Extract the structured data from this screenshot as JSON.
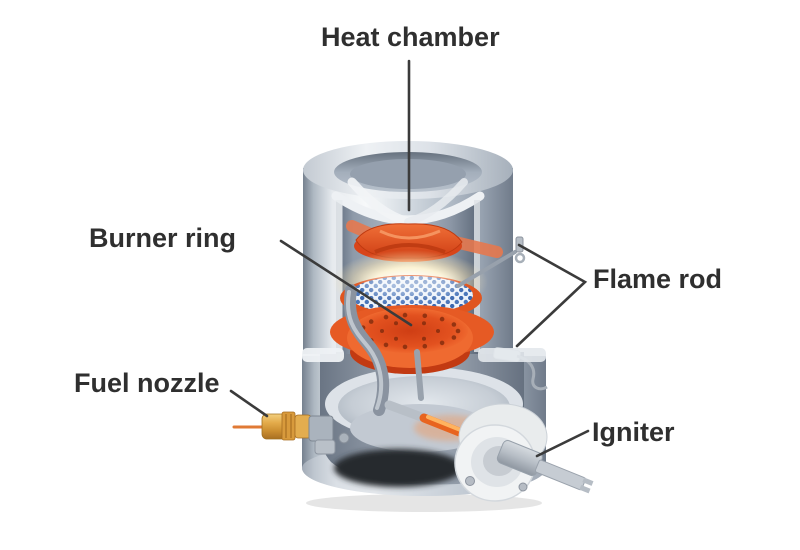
{
  "page": {
    "background": "#ffffff"
  },
  "diagram": {
    "subject": "Cutaway illustration of a gas heater burner unit",
    "labels": {
      "heat_chamber": "Heat chamber",
      "burner_ring": "Burner ring",
      "fuel_nozzle": "Fuel nozzle",
      "flame_rod": "Flame rod",
      "igniter": "Igniter"
    },
    "colors": {
      "label_text": "#2f2f2f",
      "leader_line": "#3b3b3b",
      "metal_highlight": "#f7f9fa",
      "metal_shadow": "#707b8a",
      "burner_orange": "#e2511f",
      "heat_element_orange": "#ee5a2b",
      "flame_blue": "#3a66ae",
      "glow_yellow": "#fff4cf",
      "nozzle_brass": "#e3ab4a",
      "igniter_ceramic": "#f1f3f4"
    }
  }
}
